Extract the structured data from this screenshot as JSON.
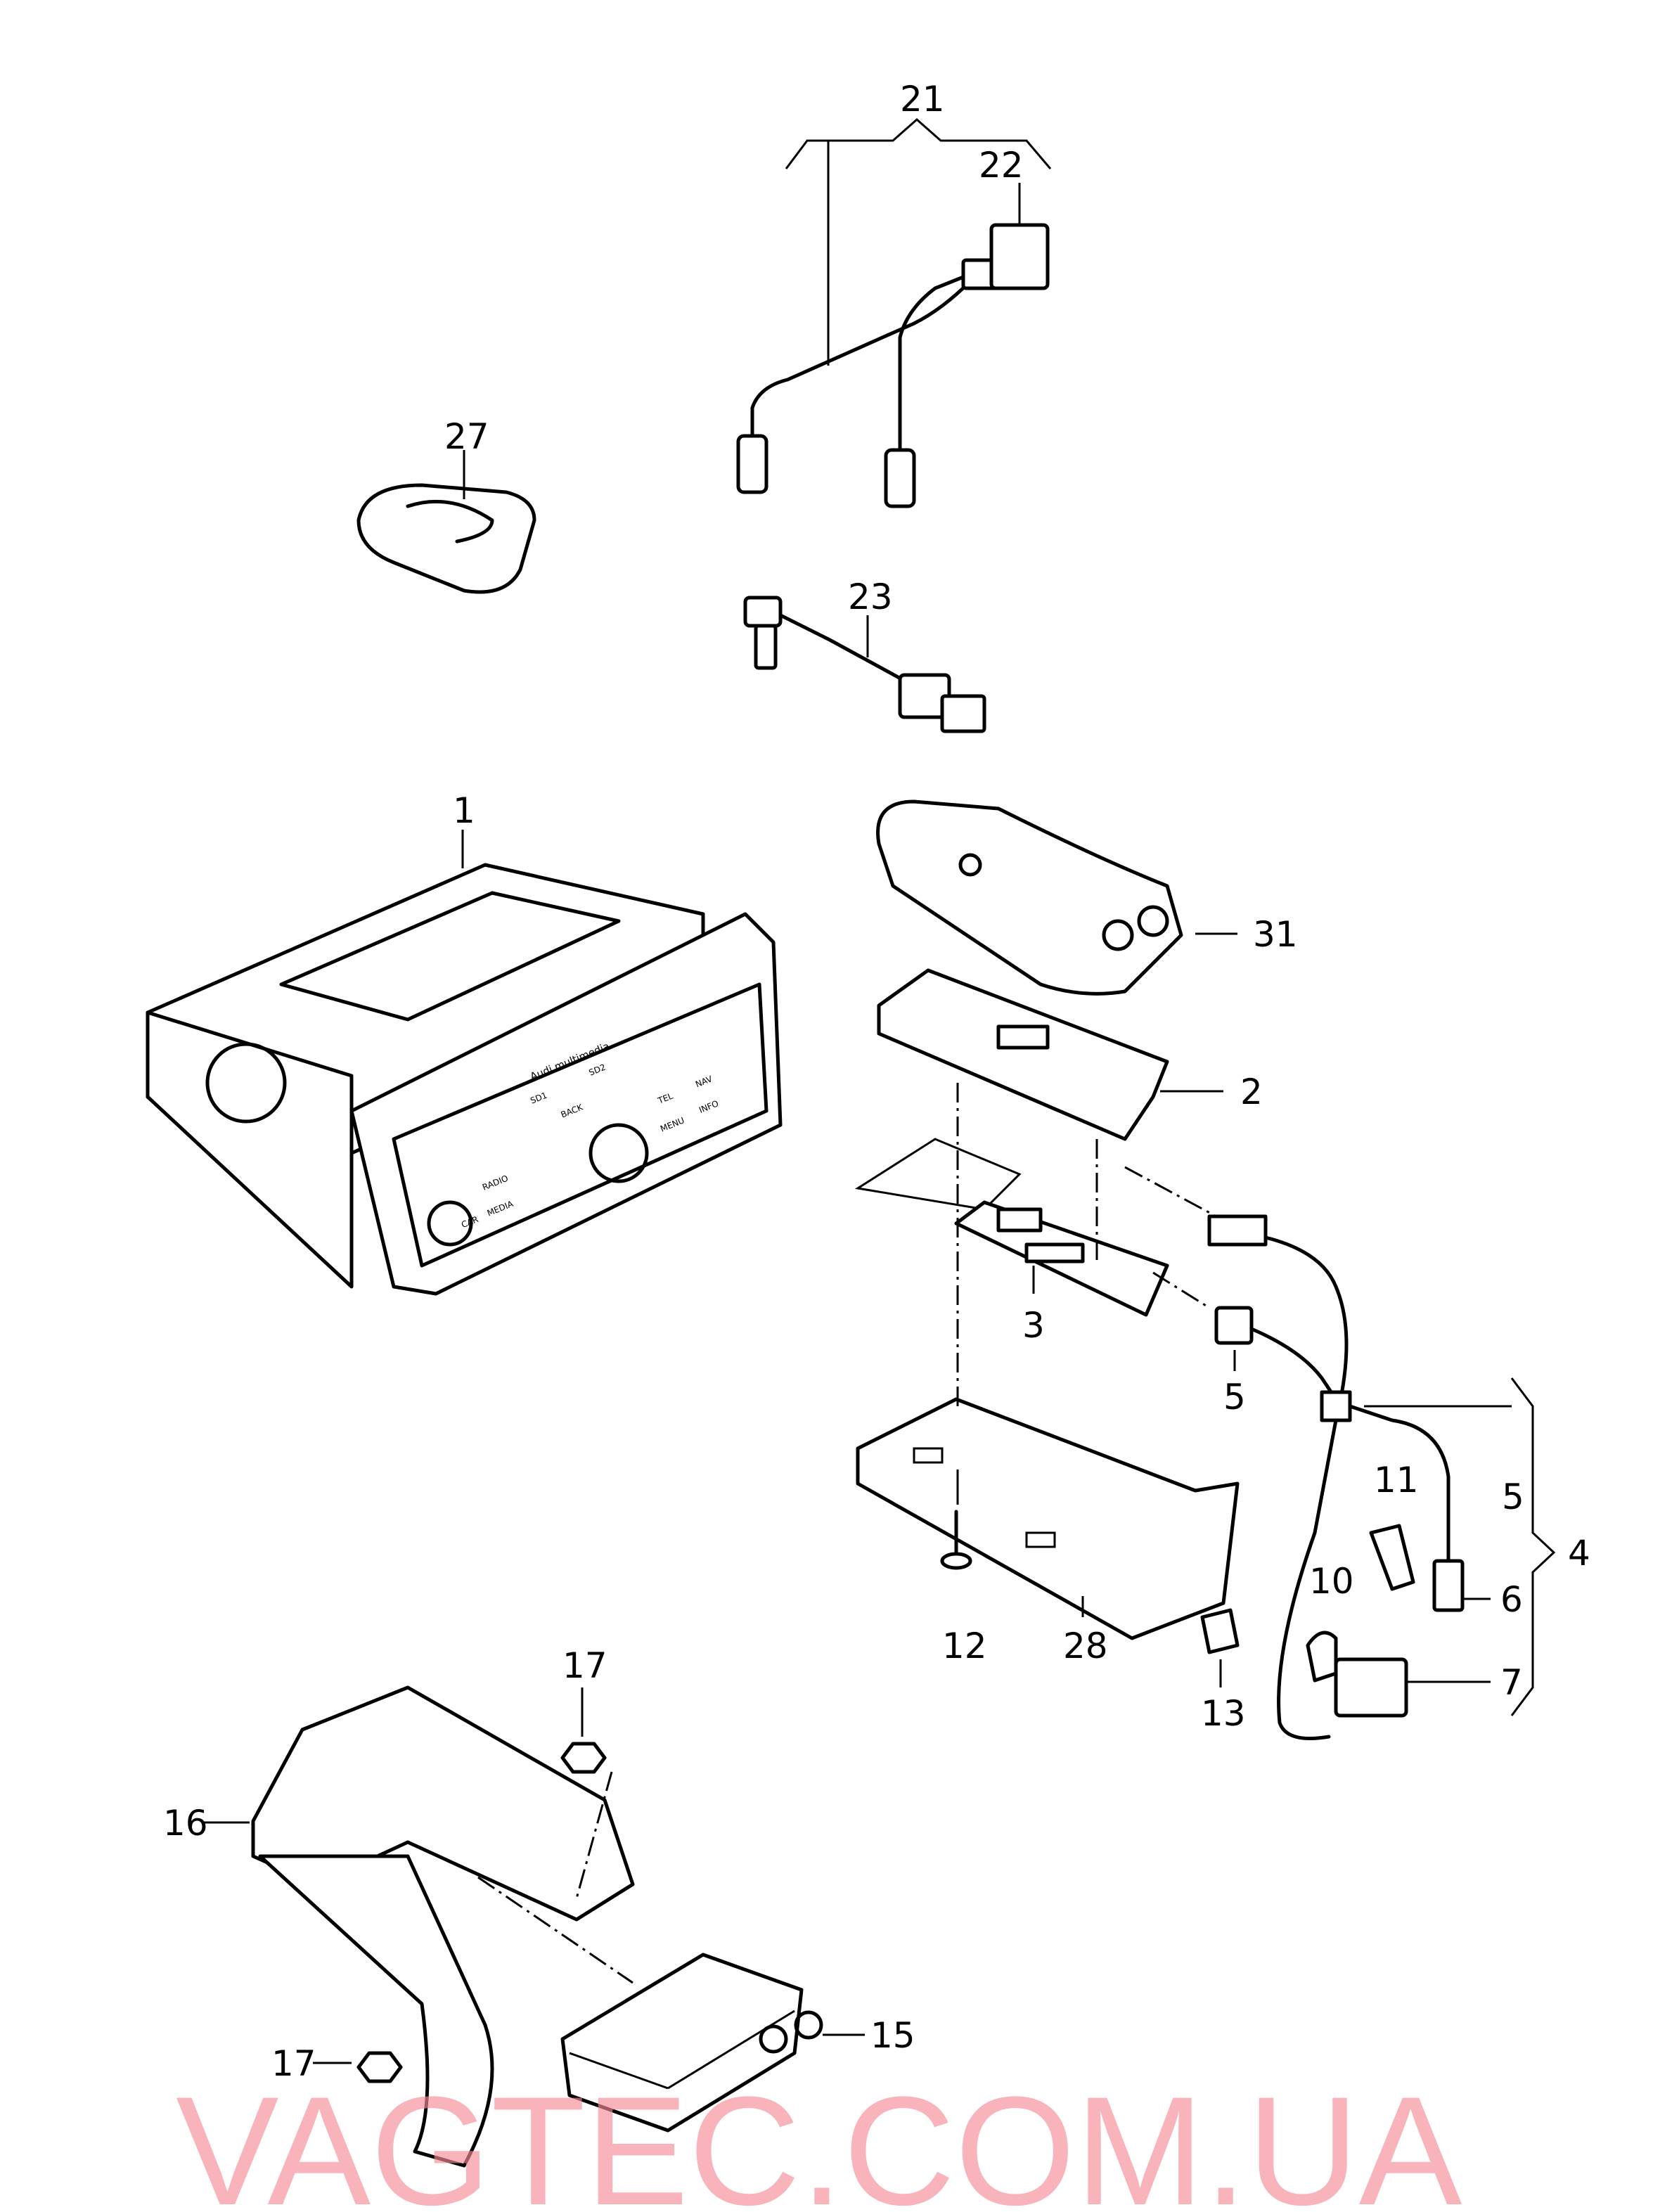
{
  "watermark": "VAGTEC.COM.UA",
  "radio_panel": {
    "brand": "Audi multimedia",
    "buttons": [
      "SD1",
      "SD2",
      "BACK",
      "TEL",
      "NAV",
      "INFO",
      "MENU",
      "RADIO",
      "MEDIA",
      "CAR"
    ]
  },
  "callouts": {
    "c1": "1",
    "c2": "2",
    "c3": "3",
    "c4": "4",
    "c5a": "5",
    "c5b": "5",
    "c6": "6",
    "c7": "7",
    "c10": "10",
    "c11": "11",
    "c12": "12",
    "c13": "13",
    "c15": "15",
    "c16": "16",
    "c17a": "17",
    "c17b": "17",
    "c21": "21",
    "c22": "22",
    "c23": "23",
    "c27": "27",
    "c28": "28",
    "c31": "31"
  }
}
